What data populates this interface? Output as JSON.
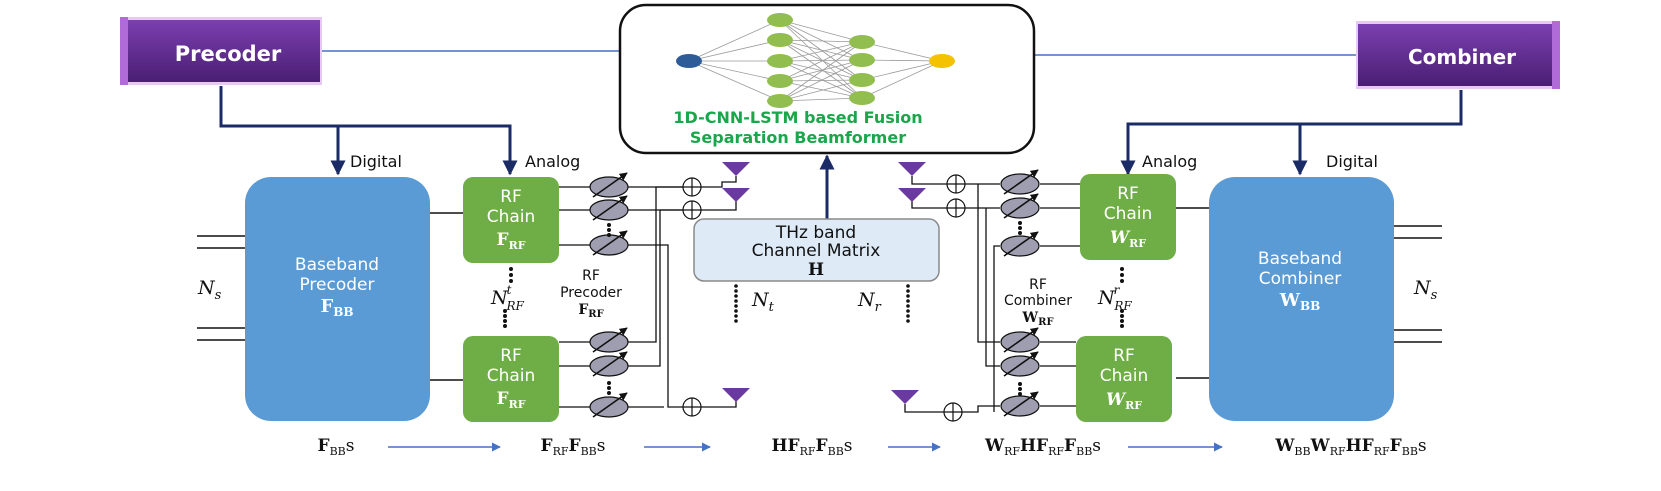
{
  "precoder": {
    "label": "Precoder",
    "color": "#5b2a86"
  },
  "combiner": {
    "label": "Combiner",
    "color": "#5b2a86"
  },
  "network": {
    "title_line1": "1D-CNN-LSTM based Fusion",
    "title_line2": "Separation Beamformer",
    "title_color": "#1aa64b"
  },
  "labels": {
    "digital_tx": "Digital",
    "analog_tx": "Analog",
    "analog_rx": "Analog",
    "digital_rx": "Digital"
  },
  "baseband_precoder": {
    "line1": "Baseband",
    "line2": "Precoder",
    "symbol": "F",
    "sub": "BB"
  },
  "baseband_combiner": {
    "line1": "Baseband",
    "line2": "Combiner",
    "symbol": "W",
    "sub": "BB"
  },
  "rf_chain": {
    "line1": "RF",
    "line2": "Chain",
    "tx_symbol": "F",
    "rx_symbol": "W",
    "sub": "RF"
  },
  "rf_precoder": {
    "line1": "RF",
    "line2": "Precoder",
    "symbol": "F",
    "sub": "RF"
  },
  "rf_combiner": {
    "line1": "RF",
    "line2": "Combiner",
    "symbol": "W",
    "sub": "RF"
  },
  "channel": {
    "line1": "THz band",
    "line2": "Channel Matrix",
    "symbol": "H"
  },
  "dims": {
    "ns_left": {
      "base": "N",
      "sub": "s"
    },
    "ns_right": {
      "base": "N",
      "sub": "s"
    },
    "nrf_tx": {
      "base": "N",
      "sub": "RF",
      "sup": "t"
    },
    "nrf_rx": {
      "base": "N",
      "sub": "RF",
      "sup": "r"
    },
    "nt": {
      "base": "N",
      "sub": "t"
    },
    "nr": {
      "base": "N",
      "sub": "r"
    }
  },
  "signal_flow": [
    {
      "parts": [
        [
          "F",
          ""
        ],
        [
          "BB",
          "sub"
        ],
        [
          "s",
          ""
        ]
      ]
    },
    {
      "parts": [
        [
          "F",
          ""
        ],
        [
          "RF",
          "sub"
        ],
        [
          "F",
          ""
        ],
        [
          "BB",
          "sub"
        ],
        [
          "s",
          ""
        ]
      ]
    },
    {
      "parts": [
        [
          "HF",
          ""
        ],
        [
          "RF",
          "sub"
        ],
        [
          "F",
          ""
        ],
        [
          "BB",
          "sub"
        ],
        [
          "s",
          ""
        ]
      ]
    },
    {
      "parts": [
        [
          "W",
          ""
        ],
        [
          "RF",
          "sub"
        ],
        [
          "HF",
          ""
        ],
        [
          "RF",
          "sub"
        ],
        [
          "F",
          ""
        ],
        [
          "BB",
          "sub"
        ],
        [
          "s",
          ""
        ]
      ]
    },
    {
      "parts": [
        [
          "W",
          ""
        ],
        [
          "BB",
          "sub"
        ],
        [
          "W",
          ""
        ],
        [
          "RF",
          "sub"
        ],
        [
          "HF",
          ""
        ],
        [
          "RF",
          "sub"
        ],
        [
          "F",
          ""
        ],
        [
          "BB",
          "sub"
        ],
        [
          "s",
          ""
        ]
      ]
    }
  ],
  "colors": {
    "baseband": "#5b9bd5",
    "rf_chain": "#6fad47",
    "channel": "#deebf7",
    "node_green": "#92bd4f",
    "node_input": "#2e5c99",
    "node_output": "#f5c200",
    "antenna": "#6a3aa0",
    "phase_shifter": "#9e9eb0",
    "line_blue": "#4472c4",
    "arrow_navy": "#1a2b66"
  }
}
